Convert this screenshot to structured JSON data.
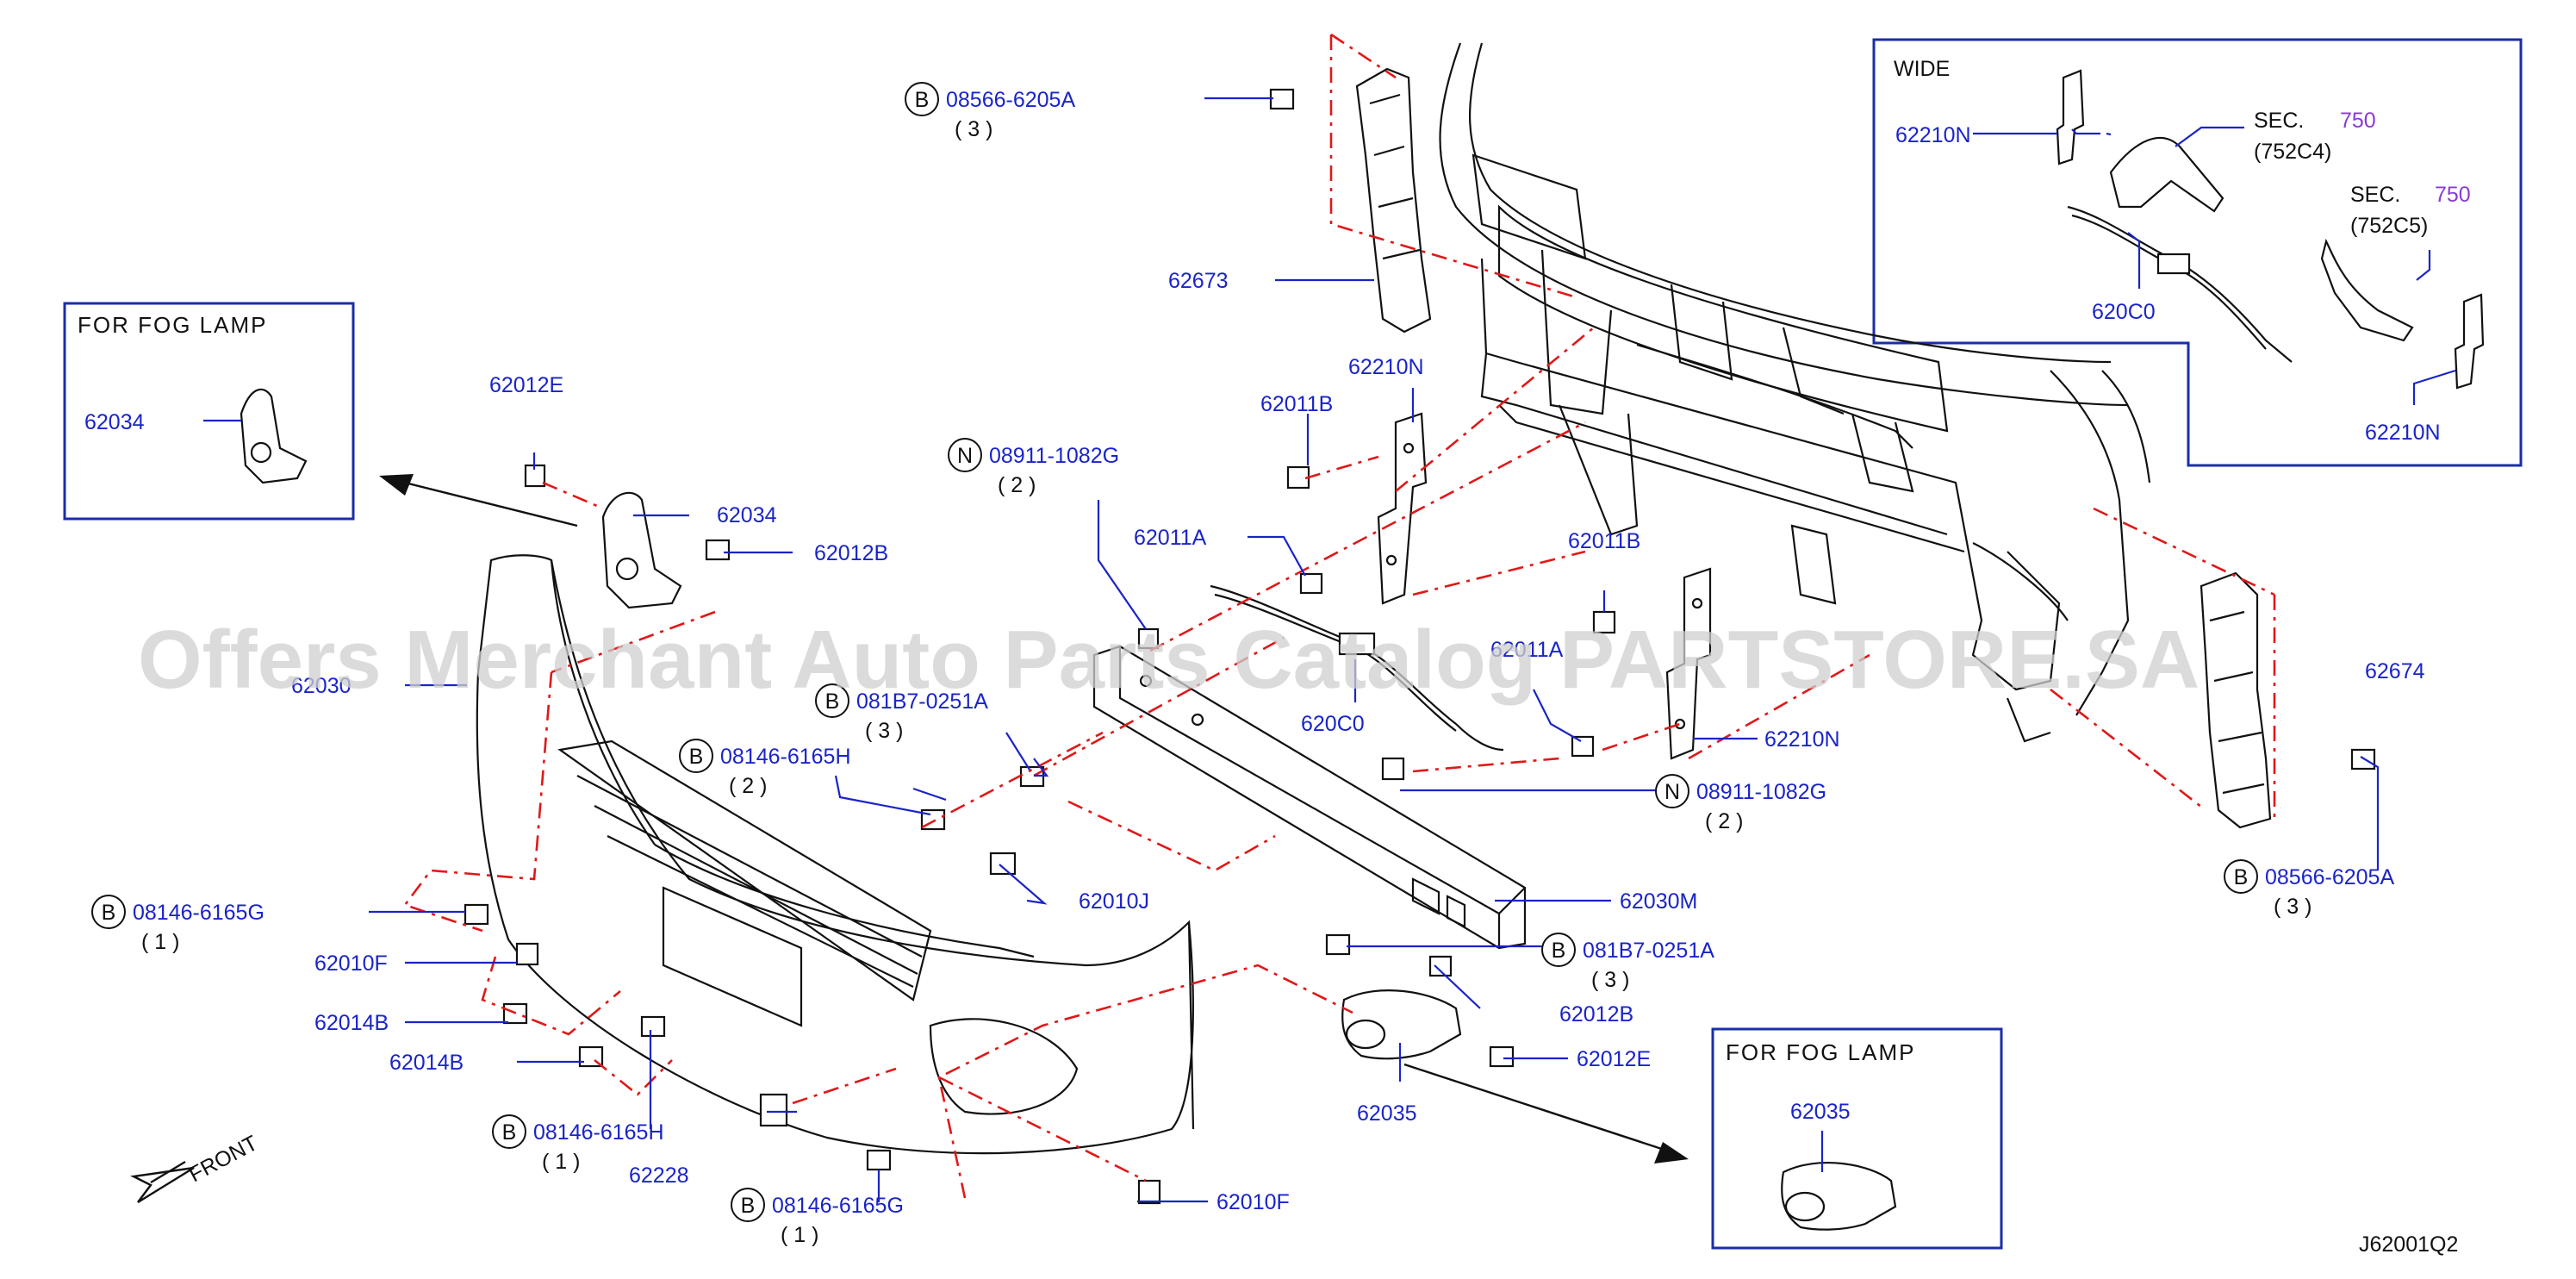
{
  "diagram_id": "J62001Q2",
  "watermark": "Offers Merchant Auto Parts Catalog PARTSTORE.SA",
  "front_label": "FRONT",
  "boxes": {
    "fog_left": {
      "title": "FOR   FOG   LAMP",
      "part": "62034"
    },
    "fog_right": {
      "title": "FOR   FOG   LAMP",
      "part": "62035"
    },
    "wide": {
      "title": "WIDE",
      "parts": [
        "62210N",
        "620C0",
        "62210N"
      ],
      "sec1": "SEC.",
      "sec1_num": "750",
      "sec1_sub": "(752C4)",
      "sec2": "SEC.",
      "sec2_num": "750",
      "sec2_sub": "(752C5)"
    }
  },
  "callouts": {
    "b1": {
      "badge": "B",
      "code": "08566-6205A",
      "qty": "( 3 )"
    },
    "b2": {
      "badge": "N",
      "code": "08911-1082G",
      "qty": "( 2 )"
    },
    "b3": {
      "badge": "B",
      "code": "081B7-0251A",
      "qty": "( 3 )"
    },
    "b4": {
      "badge": "B",
      "code": "08146-6165H",
      "qty": "( 2 )"
    },
    "b5": {
      "badge": "B",
      "code": "08146-6165G",
      "qty": "( 1 )"
    },
    "b6": {
      "badge": "N",
      "code": "08911-1082G",
      "qty": "( 2 )"
    },
    "b7": {
      "badge": "B",
      "code": "08566-6205A",
      "qty": "( 3 )"
    },
    "b8": {
      "badge": "B",
      "code": "081B7-0251A",
      "qty": "( 3 )"
    },
    "b9": {
      "badge": "B",
      "code": "08146-6165H",
      "qty": "( 1 )"
    },
    "b10": {
      "badge": "B",
      "code": "08146-6165G",
      "qty": "( 1 )"
    }
  },
  "parts": {
    "p62673": "62673",
    "p62210N_a": "62210N",
    "p62011B_a": "62011B",
    "p62011A_a": "62011A",
    "p62012E_a": "62012E",
    "p62034": "62034",
    "p62012B_a": "62012B",
    "p62030": "62030",
    "p620C0": "620C0",
    "p62011B_b": "62011B",
    "p62011A_b": "62011A",
    "p62210N_b": "62210N",
    "p62010J": "62010J",
    "p62030M": "62030M",
    "p62010F_a": "62010F",
    "p62014B_a": "62014B",
    "p62014B_b": "62014B",
    "p62228": "62228",
    "p62012B_b": "62012B",
    "p62012E_b": "62012E",
    "p62035": "62035",
    "p62010F_b": "62010F",
    "p62674": "62674"
  }
}
